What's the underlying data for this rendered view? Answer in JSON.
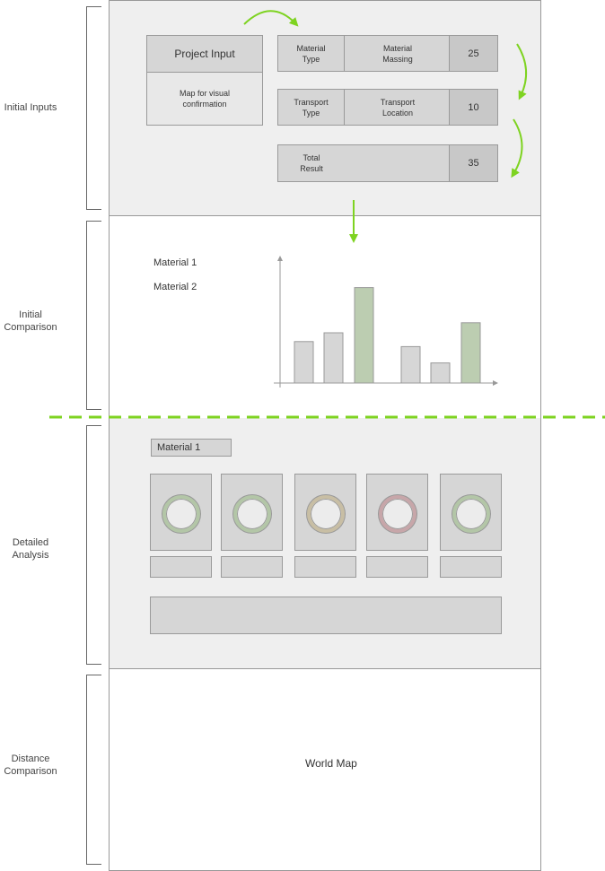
{
  "sections": [
    {
      "label": "Initial Inputs"
    },
    {
      "label": "Initial\nComparison"
    },
    {
      "label": "Detailed\nAnalysis"
    },
    {
      "label": "Distance\nComparison"
    }
  ],
  "project_input": {
    "title": "Project Input",
    "subtitle": "Map for visual confirmation"
  },
  "material_row": {
    "type": "Material Type",
    "name": "Material Massing",
    "value": "25"
  },
  "transport_row": {
    "type": "Transport Type",
    "name": "Transport Location",
    "value": "10"
  },
  "total_row": {
    "label": "Total Result",
    "value": "35"
  },
  "comparison": {
    "legend": [
      "Material 1",
      "Material 2"
    ],
    "bars": [
      {
        "value": 0.33,
        "highlight": false
      },
      {
        "value": 0.4,
        "highlight": false
      },
      {
        "value": 0.76,
        "highlight": true
      },
      {
        "value": 0.29,
        "highlight": false
      },
      {
        "value": 0.16,
        "highlight": false
      },
      {
        "value": 0.48,
        "highlight": true
      }
    ],
    "colors": {
      "bar": "#d6d6d6",
      "highlight": "#bccdb1",
      "axis": "#999999"
    }
  },
  "detailed": {
    "selector_label": "Material 1",
    "rings": [
      {
        "color": "#b3c6a7"
      },
      {
        "color": "#b3c6a7"
      },
      {
        "color": "#c8bea4"
      },
      {
        "color": "#c7a6a9"
      },
      {
        "color": "#b3c6a7"
      }
    ]
  },
  "world_map": {
    "label": "World Map"
  },
  "colors": {
    "arrow": "#7ed321",
    "divider": "#7ed321",
    "panel": "#efefef"
  }
}
